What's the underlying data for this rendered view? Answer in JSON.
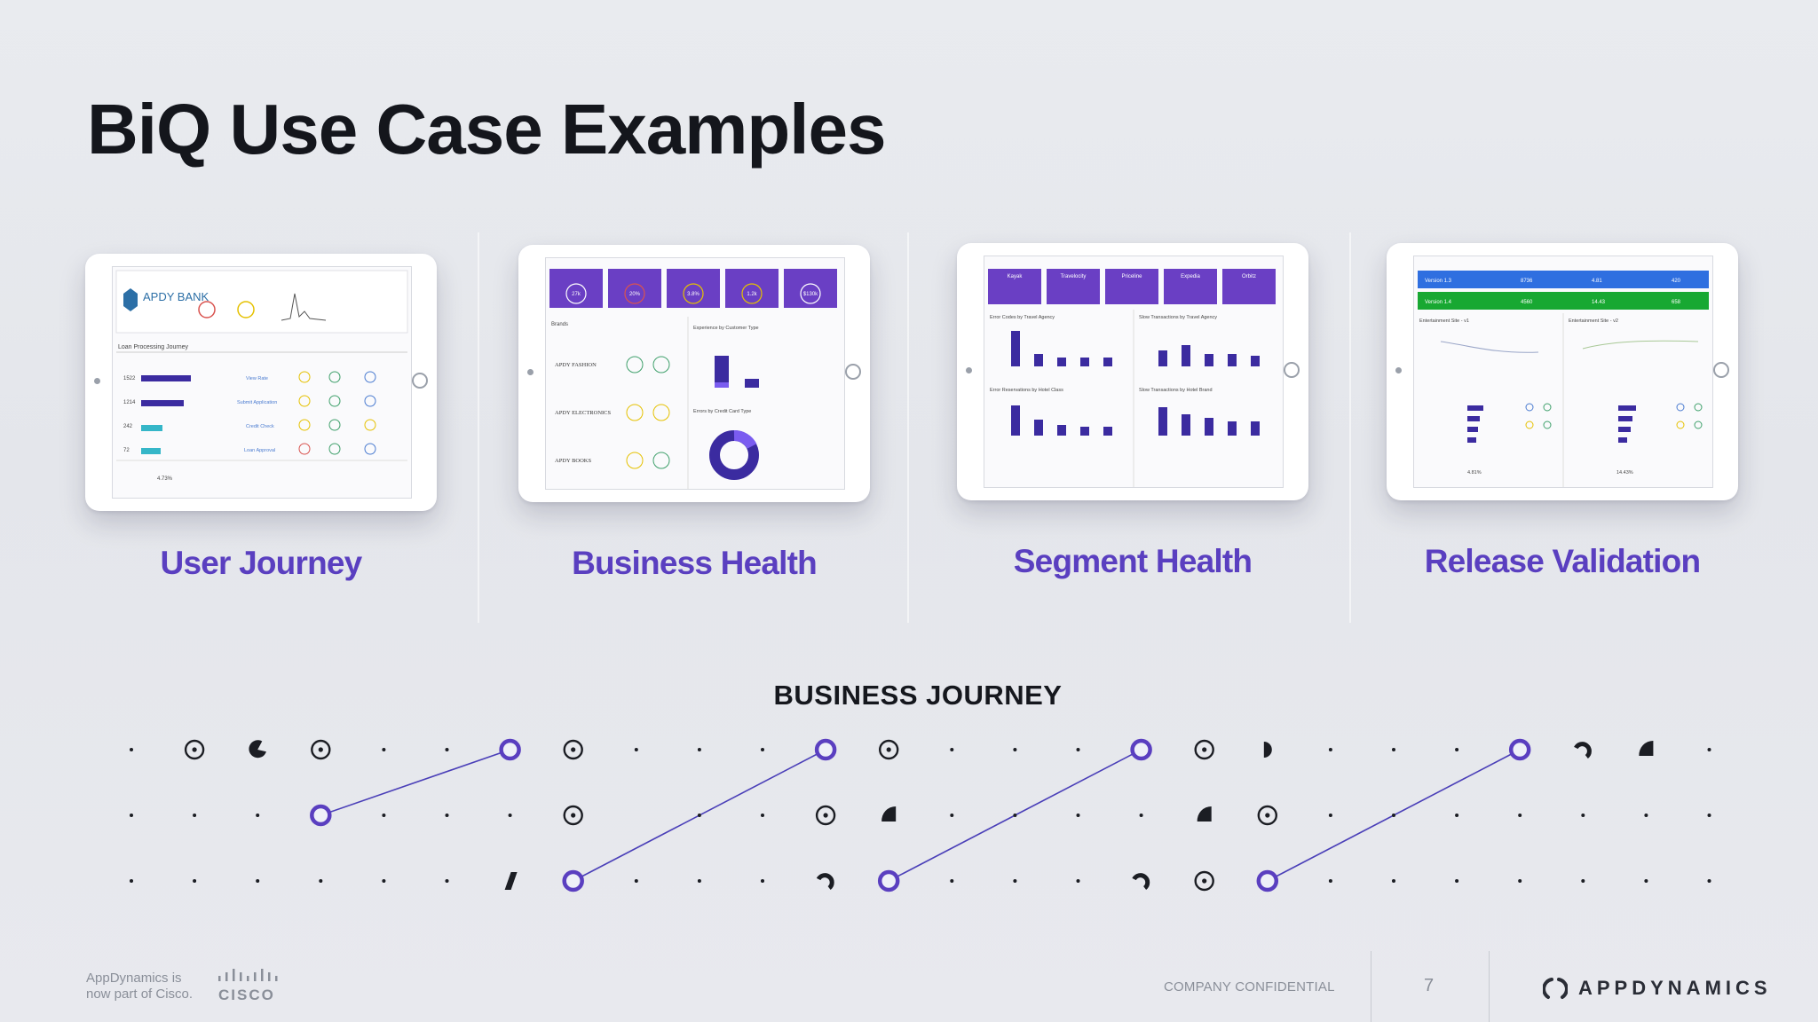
{
  "slide": {
    "title": "BiQ Use Case Examples",
    "page_number": "7",
    "confidential": "COMPANY CONFIDENTIAL",
    "brand": "APPDYNAMICS",
    "cisco_note_line1": "AppDynamics is",
    "cisco_note_line2": "now part of Cisco.",
    "cisco_word": "CISCO"
  },
  "use_cases": [
    {
      "label": "User Journey",
      "screen": {
        "logo": "APDY BANK",
        "section": "Loan Processing Journey",
        "rows": [
          "1522",
          "1214",
          "242",
          "72"
        ],
        "steps": [
          "View Rate",
          "Submit Application",
          "Credit Check",
          "Loan Approval"
        ],
        "footer_value": "4.73%"
      }
    },
    {
      "label": "Business Health",
      "screen": {
        "kpis": [
          "27k",
          "20%",
          "3.8%",
          "1.2k",
          "$130k"
        ],
        "section": "Brands",
        "brands": [
          "APDY FASHION",
          "APDY ELECTRONICS",
          "APDY BOOKS"
        ],
        "chart_a": "Experience by Customer Type",
        "chart_b": "Errors by Credit Card Type"
      }
    },
    {
      "label": "Segment Health",
      "screen": {
        "agencies": [
          "Kayak",
          "Travelocity",
          "Priceline",
          "Expedia",
          "Orbitz"
        ],
        "chart_a": "Error Codes by Travel Agency",
        "chart_b": "Slow Transactions by Travel Agency",
        "chart_c": "Error Reservations by Hotel Class",
        "chart_d": "Slow Transactions by Hotel Brand"
      }
    },
    {
      "label": "Release Validation",
      "screen": {
        "versions": [
          "Version 1.3",
          "Version 1.4"
        ],
        "active_sessions": [
          "8736",
          "4560"
        ],
        "conversion": [
          "4.81",
          "14.43"
        ],
        "subscriptions": [
          "420",
          "658"
        ],
        "section_a": "Entertainment Site - v1",
        "section_b": "Entertainment Site - v2",
        "footer_a": "4.81%",
        "footer_b": "14.43%"
      }
    }
  ],
  "journey": {
    "title": "BUSINESS JOURNEY"
  },
  "colors": {
    "accent": "#5a3fc0",
    "title": "#14161c",
    "footer": "#8a8f99"
  }
}
